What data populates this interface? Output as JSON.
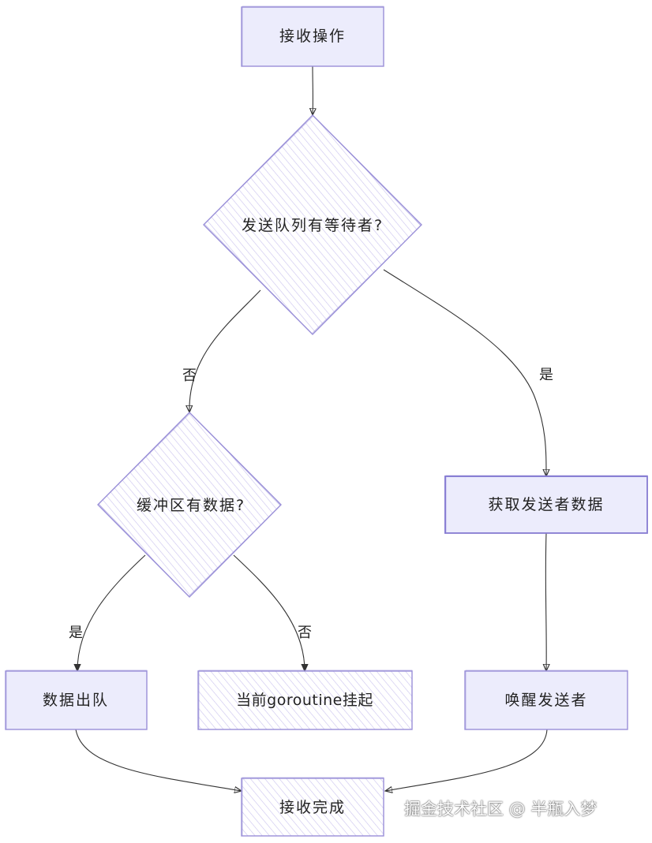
{
  "colors": {
    "node_fill": "#ececfc",
    "node_stroke": "#9a90d8",
    "hatch": "#c9c2ee",
    "edge": "#333333"
  },
  "nodes": {
    "start": "接收操作",
    "decision_sender_queue": "发送队列有等待者?",
    "decision_buffer": "缓冲区有数据?",
    "get_sender_data": "获取发送者数据",
    "dequeue": "数据出队",
    "suspend": "当前goroutine挂起",
    "wake_sender": "唤醒发送者",
    "done": "接收完成"
  },
  "edges": {
    "queue_no": "否",
    "queue_yes": "是",
    "buffer_yes": "是",
    "buffer_no": "否"
  },
  "watermark": "掘金技术社区 @ 半瓶入梦"
}
